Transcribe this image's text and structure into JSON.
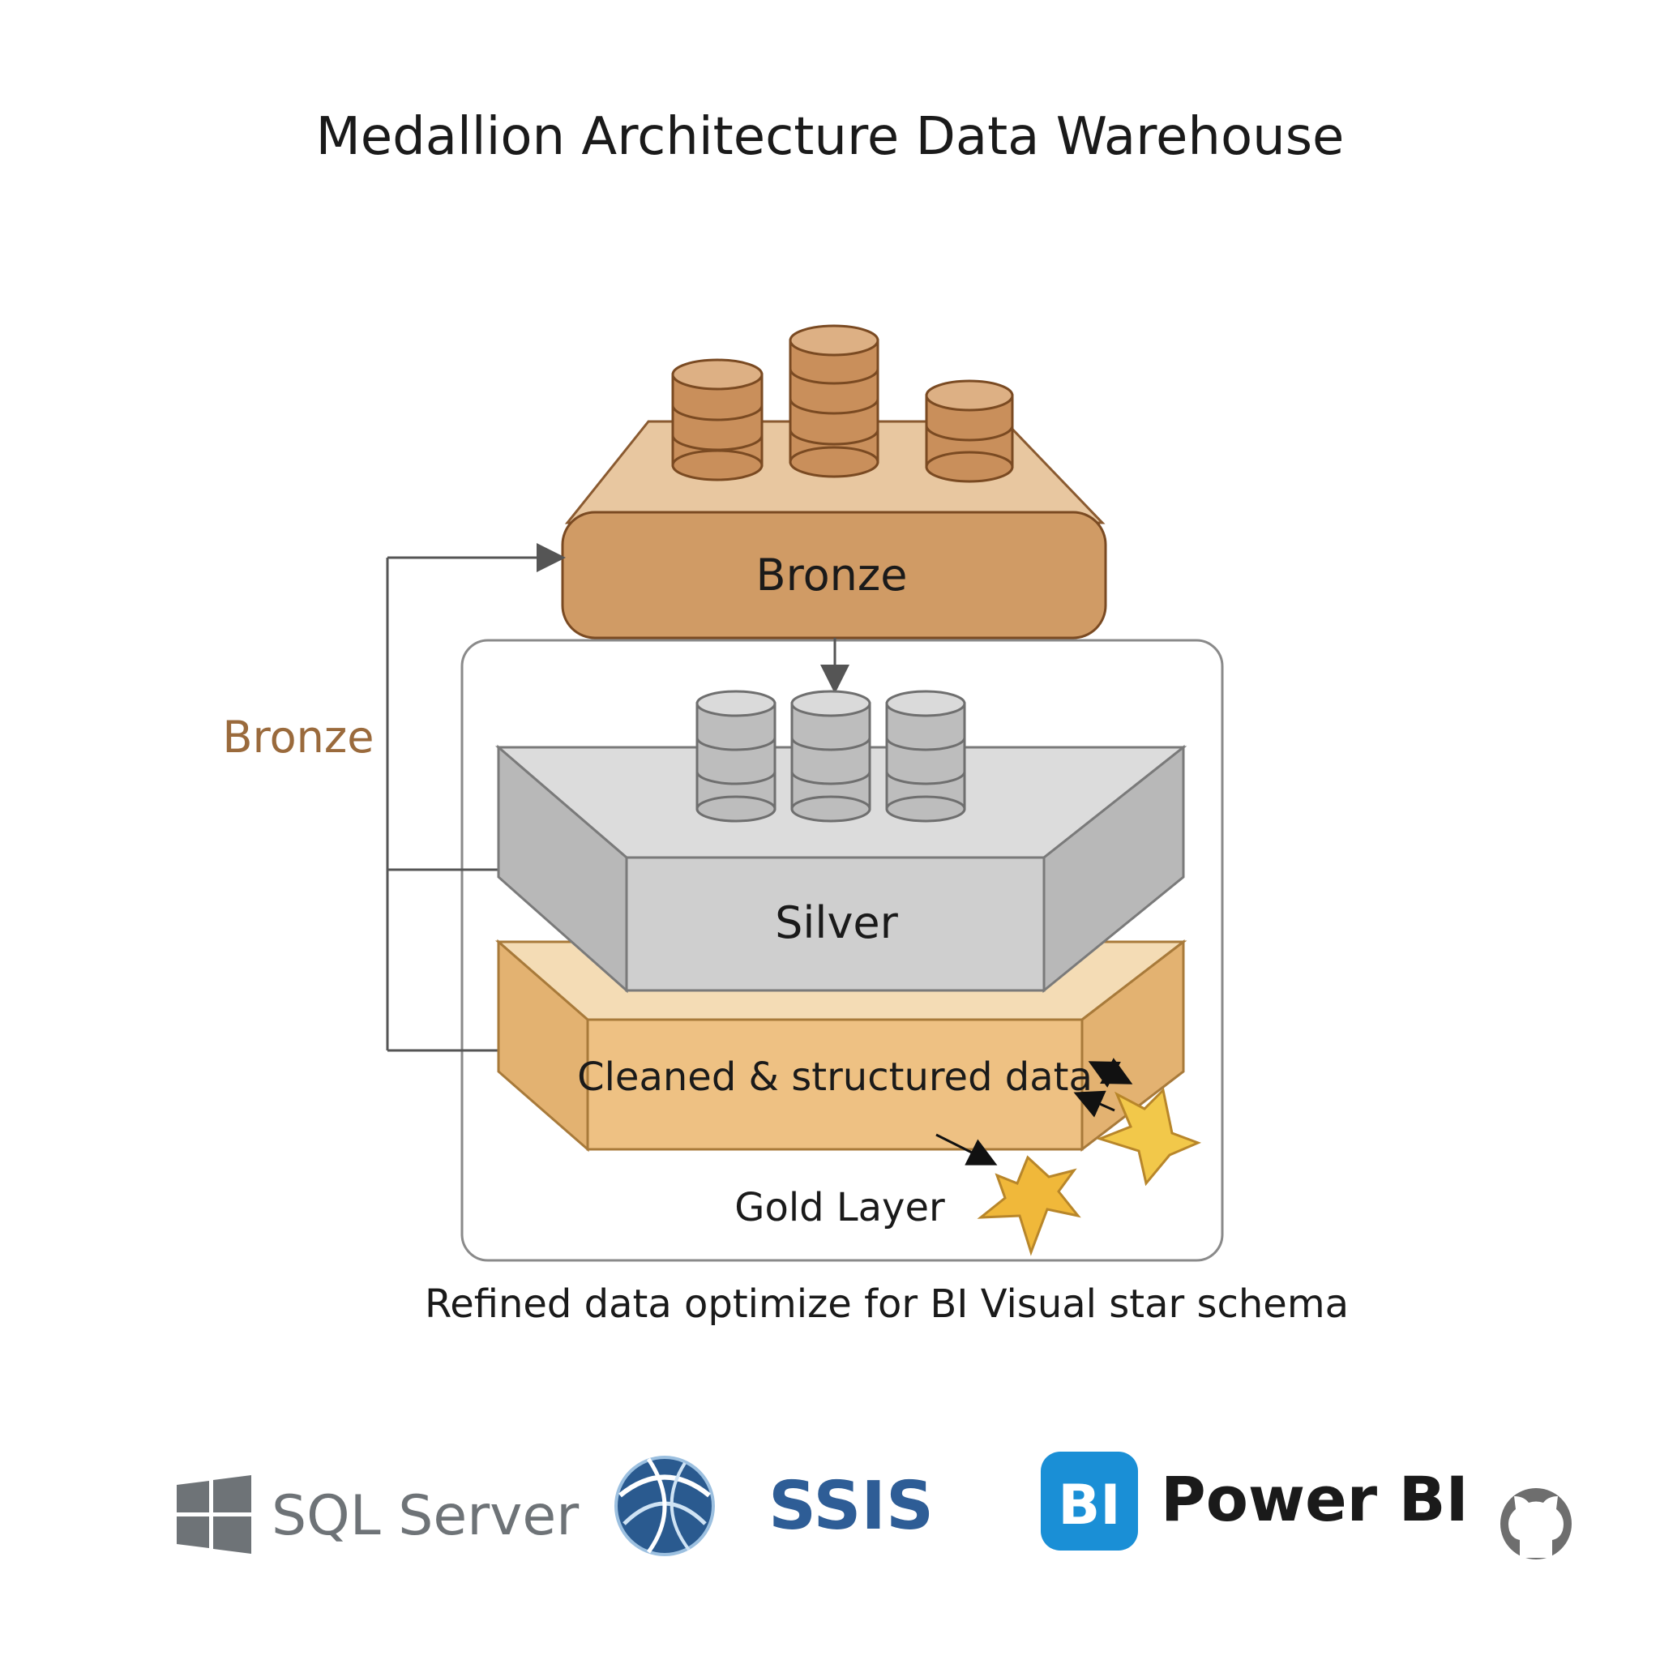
{
  "title": "Medallion Architecture Data Warehouse",
  "bronze_layer": {
    "label": "Bronze",
    "side_label": "Bronze",
    "color": "#d09b65"
  },
  "silver_layer": {
    "label": "Silver",
    "color": "#c9c9c9"
  },
  "gold_layer": {
    "box_label": "Cleaned & structured data",
    "label": "Gold Layer",
    "color": "#e9bb7a",
    "caption": "Refined data optimize for BI Visual star schema"
  },
  "tools": [
    {
      "name": "SQL Server",
      "icon": "windows-logo"
    },
    {
      "name": "SSIS",
      "icon": "ssis-globe-logo"
    },
    {
      "name": "Power BI",
      "icon_text": "BI",
      "icon": "power-bi-logo"
    },
    {
      "name": "",
      "icon": "github-logo"
    }
  ]
}
